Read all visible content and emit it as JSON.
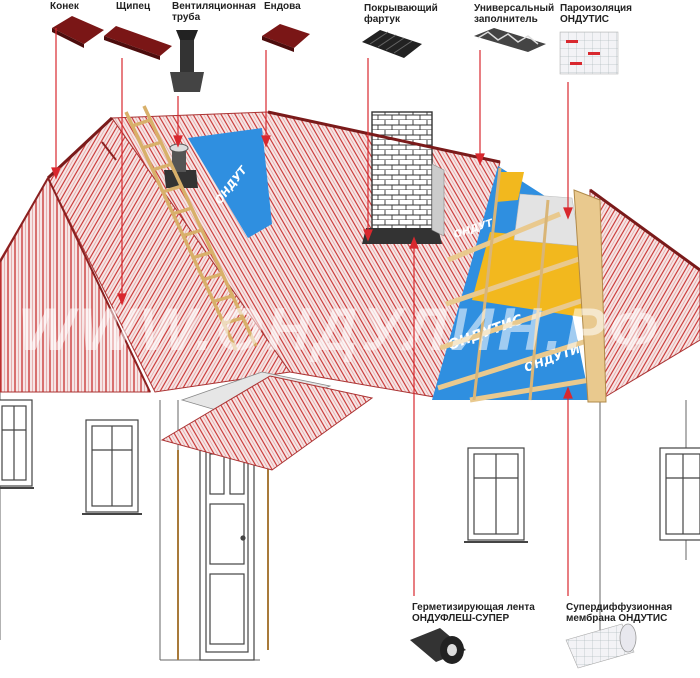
{
  "labels": {
    "konek": "Конек",
    "shchipets": "Щипец",
    "vent_line1": "Вентиляционная",
    "vent_line2": "труба",
    "endova": "Ендова",
    "fartuk_line1": "Покрывающий",
    "fartuk_line2": "фартук",
    "zapolnitel_line1": "Универсальный",
    "zapolnitel_line2": "заполнитель",
    "paroizolyatsiya_line1": "Пароизоляция",
    "paroizolyatsiya_line2": "ОНДУТИС",
    "lenta_line1": "Герметизирующая лента",
    "lenta_line2": "ОНДУФЛЕШ-СУПЕР",
    "membrana_line1": "Супердиффузионная",
    "membrana_line2": "мембрана ОНДУТИС"
  },
  "brand_text": "ОНДУТИС",
  "brand_text_short": "ОНДУТ",
  "watermark": "WWW.ОНДУЛИН.РФ",
  "colors": {
    "roof_red": "#c8302f",
    "roof_light": "#f3dede",
    "membrane_blue": "#2f8fe0",
    "insulation_yellow": "#f2b81e",
    "vapor_grey": "#e3e3e3",
    "timber": "#e9c98e",
    "pointer_red": "#d8282e",
    "wall_line": "#555555"
  }
}
